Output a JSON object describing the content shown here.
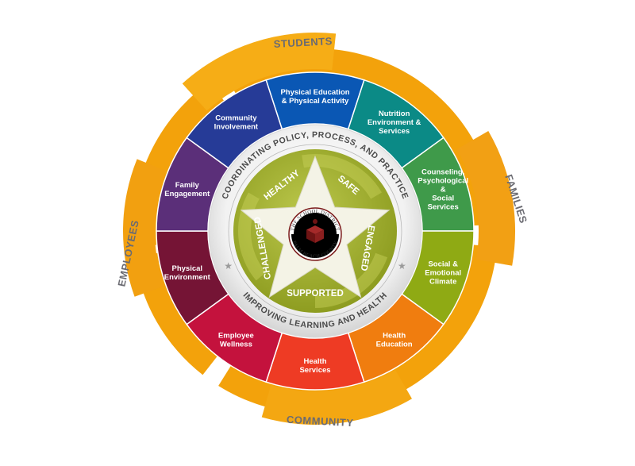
{
  "outer_labels": {
    "top": "STUDENTS",
    "right": "FAMILIES",
    "bottom": "COMMUNITY",
    "left": "EMPLOYEES"
  },
  "segments": [
    {
      "lines": [
        "Physical Education",
        "& Physical Activity"
      ],
      "color": "#0a57b4"
    },
    {
      "lines": [
        "Nutrition",
        "Environment &",
        "Services"
      ],
      "color": "#0b8a86"
    },
    {
      "lines": [
        "Counseling,",
        "Psychological",
        "&",
        "Social",
        "Services"
      ],
      "color": "#3f9a4a"
    },
    {
      "lines": [
        "Social &",
        "Emotional",
        "Climate"
      ],
      "color": "#8faa14"
    },
    {
      "lines": [
        "Health",
        "Education"
      ],
      "color": "#f07d0f"
    },
    {
      "lines": [
        "Health",
        "Services"
      ],
      "color": "#ee3b24"
    },
    {
      "lines": [
        "Employee",
        "Wellness"
      ],
      "color": "#c4123d"
    },
    {
      "lines": [
        "Physical",
        "Environment"
      ],
      "color": "#751435"
    },
    {
      "lines": [
        "Family",
        "Engagement"
      ],
      "color": "#5b2f79"
    },
    {
      "lines": [
        "Community",
        "Involvement"
      ],
      "color": "#263b97"
    }
  ],
  "arc_top": "COORDINATING POLICY, PROCESS, AND PRACTICE",
  "arc_bottom": "IMPROVING LEARNING AND HEALTH",
  "star_words": [
    "HEALTHY",
    "SAFE",
    "ENGAGED",
    "SUPPORTED",
    "CHALLENGED"
  ],
  "logo": {
    "top": "THE SCHOOL DISTRICT",
    "bottom": "PALM BEACH COUNTY"
  },
  "colors": {
    "outer_ring": "#f3a20b",
    "star_field": "#9aa82a",
    "star": "#f4f3e6"
  }
}
